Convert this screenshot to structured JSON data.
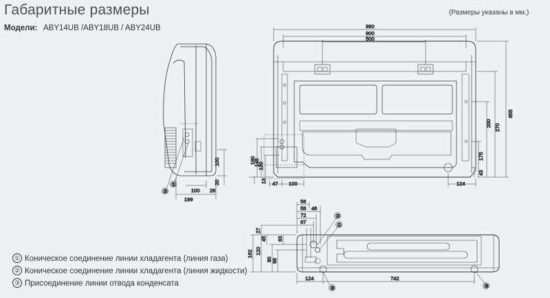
{
  "header": {
    "title": "Габаритные размеры",
    "units_note": "(Размеры указаны в мм.)",
    "models_label": "Модели:",
    "models_value": "ABY14UB /ABY18UB / ABY24UB"
  },
  "side_view": {
    "dims": {
      "d100": "100",
      "d20": "20",
      "d100b": "100",
      "d28": "28",
      "d199": "199"
    },
    "markers": [
      "①",
      "②"
    ]
  },
  "front_view": {
    "dims": {
      "w990": "990",
      "w900": "900",
      "w500": "500",
      "h655": "655",
      "h270": "270",
      "h200": "200",
      "h175": "175",
      "h43": "43",
      "h190": "190",
      "h145": "145",
      "h130": "130",
      "h13": "13",
      "w47": "47",
      "w100": "100",
      "w124": "124"
    }
  },
  "bottom_view": {
    "dims": {
      "w56": "56",
      "w58": "58",
      "w46": "46",
      "w72": "72",
      "w67": "67",
      "h27": "27",
      "h45": "45",
      "h63": "63",
      "h162": "162",
      "h120": "120",
      "h80": "80",
      "h98": "98",
      "w124": "124",
      "w742": "742"
    },
    "markers": [
      "②",
      "①",
      "③",
      "③"
    ]
  },
  "legend": {
    "items": [
      {
        "num": "①",
        "text": "Коническое соединение линии хладагента (линия газа)"
      },
      {
        "num": "②",
        "text": "Коническое соединение линии хладагента (линия жидкости)"
      },
      {
        "num": "③",
        "text": "Присоединение линии отвода конденсата"
      }
    ]
  }
}
